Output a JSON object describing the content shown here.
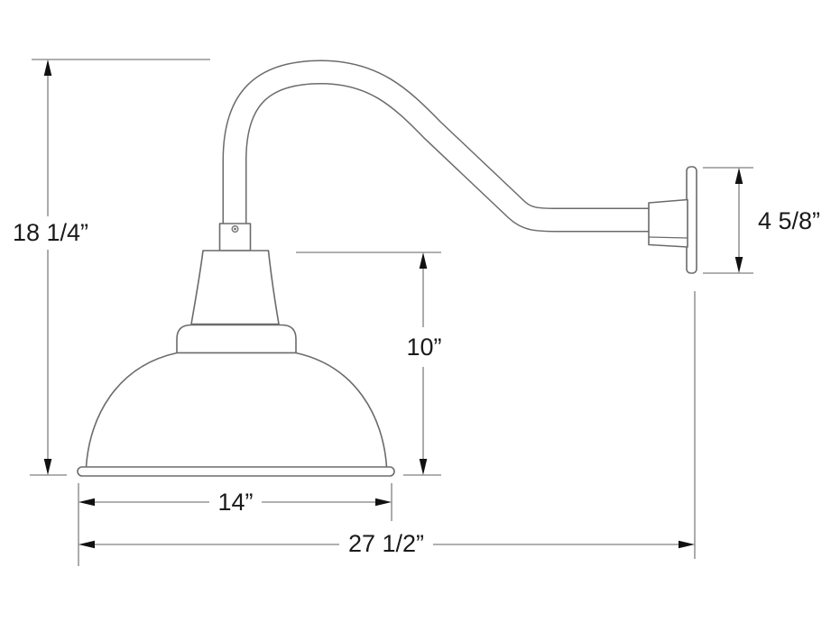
{
  "drawing": {
    "type": "technical-dimension-drawing",
    "subject": "Gooseneck barn light wall fixture, side elevation with dimensions",
    "colors": {
      "background": "#ffffff",
      "outline": "#6b6b6b",
      "dimension_line": "#808080",
      "label_text": "#1a1a1a",
      "arrowhead": "#111111"
    },
    "labels": {
      "overall_height": "18 1/4”",
      "shade_height": "10”",
      "shade_diameter": "14”",
      "overall_projection": "27 1/2”",
      "backplate_height": "4 5/8”"
    },
    "parts": [
      "gooseneck-arm",
      "swivel-knuckle",
      "shade-neck",
      "shade-collar",
      "dome-shade",
      "shade-rim",
      "wall-mount-collar",
      "wall-backplate"
    ]
  }
}
